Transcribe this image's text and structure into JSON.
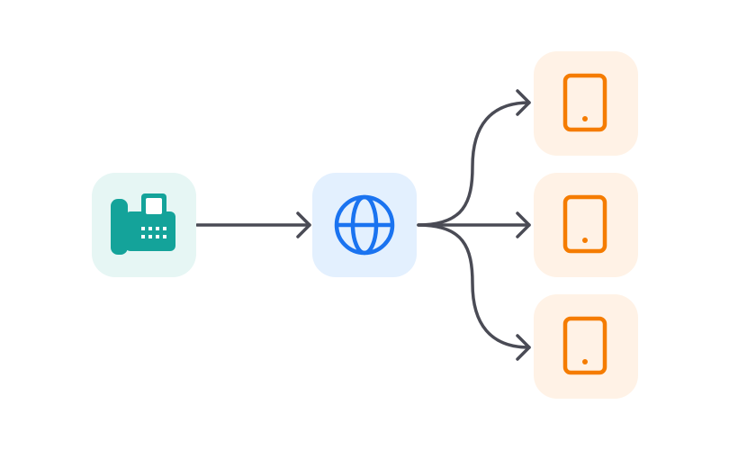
{
  "diagram": {
    "nodes": [
      {
        "id": "fax",
        "icon": "fax-machine-icon",
        "tile_color": "#e6f6f4",
        "icon_color": "#14a39a",
        "icon_dark": "#0d8f87"
      },
      {
        "id": "internet",
        "icon": "globe-icon",
        "tile_color": "#e3f0fe",
        "icon_color": "#1a73f0"
      },
      {
        "id": "tablet-1",
        "icon": "tablet-icon",
        "tile_color": "#fff2e6",
        "icon_color": "#f57c00"
      },
      {
        "id": "tablet-2",
        "icon": "tablet-icon",
        "tile_color": "#fff2e6",
        "icon_color": "#f57c00"
      },
      {
        "id": "tablet-3",
        "icon": "tablet-icon",
        "tile_color": "#fff2e6",
        "icon_color": "#f57c00"
      }
    ],
    "edges": [
      {
        "from": "fax",
        "to": "internet"
      },
      {
        "from": "internet",
        "to": "tablet-1"
      },
      {
        "from": "internet",
        "to": "tablet-2"
      },
      {
        "from": "internet",
        "to": "tablet-3"
      }
    ],
    "connector_color": "#4a4b55"
  }
}
